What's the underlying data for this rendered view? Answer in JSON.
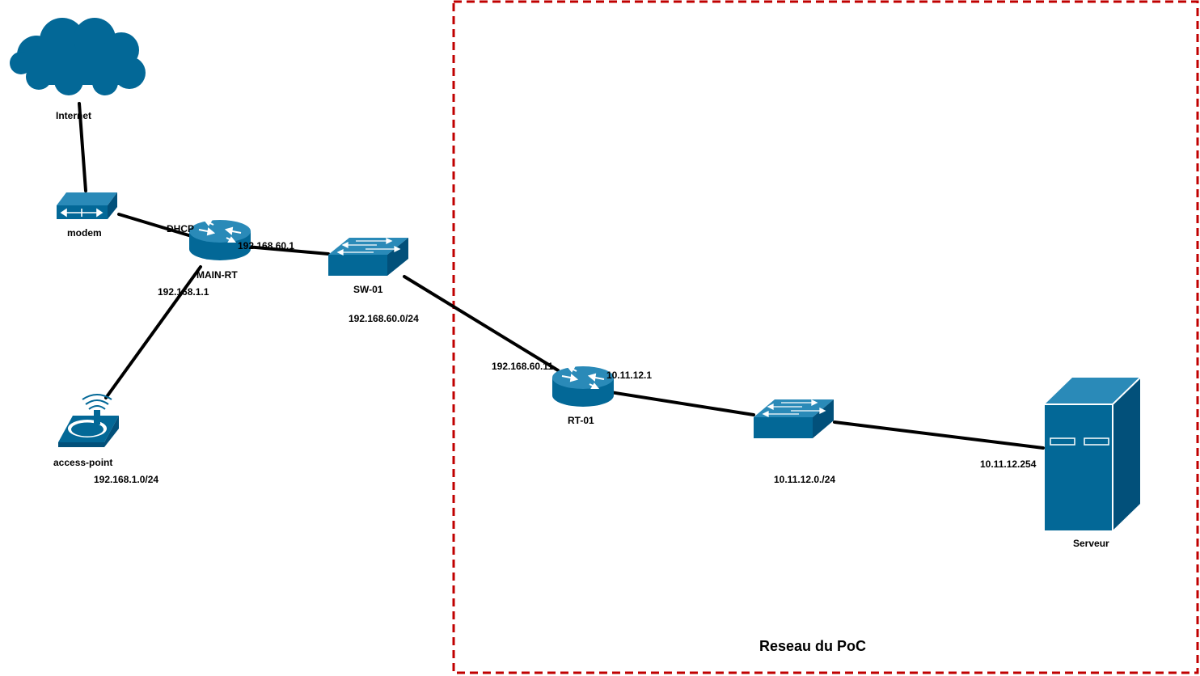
{
  "colors": {
    "device": "#036897",
    "link": "#000000",
    "poc_border": "#c00000"
  },
  "nodes": {
    "internet": {
      "label": "Internet",
      "icon": "cloud-icon"
    },
    "modem": {
      "label": "modem",
      "icon": "modem-icon"
    },
    "main_rt": {
      "label": "MAIN-RT",
      "icon": "router-icon"
    },
    "access_point": {
      "label": "access-point",
      "icon": "wireless-access-point-icon"
    },
    "sw01": {
      "label": "SW-01",
      "icon": "switch-icon"
    },
    "rt01": {
      "label": "RT-01",
      "icon": "router-icon"
    },
    "poc_switch": {
      "label": "",
      "icon": "switch-icon"
    },
    "serveur": {
      "label": "Serveur",
      "icon": "server-tower-icon"
    }
  },
  "labels": {
    "dhcp": "DHCP",
    "main_rt_sw01_ip": "192.168.60.1",
    "main_rt_lan_ip": "192.168.1.1",
    "lan_subnet": "192.168.1.0/24",
    "sw01_subnet": "192.168.60.0/24",
    "rt01_wan_ip": "192.168.60.11",
    "rt01_lan_ip": "10.11.12.1",
    "poc_subnet": "10.11.12.0./24",
    "serveur_ip": "10.11.12.254"
  },
  "poc_zone": {
    "title": "Reseau du PoC"
  }
}
